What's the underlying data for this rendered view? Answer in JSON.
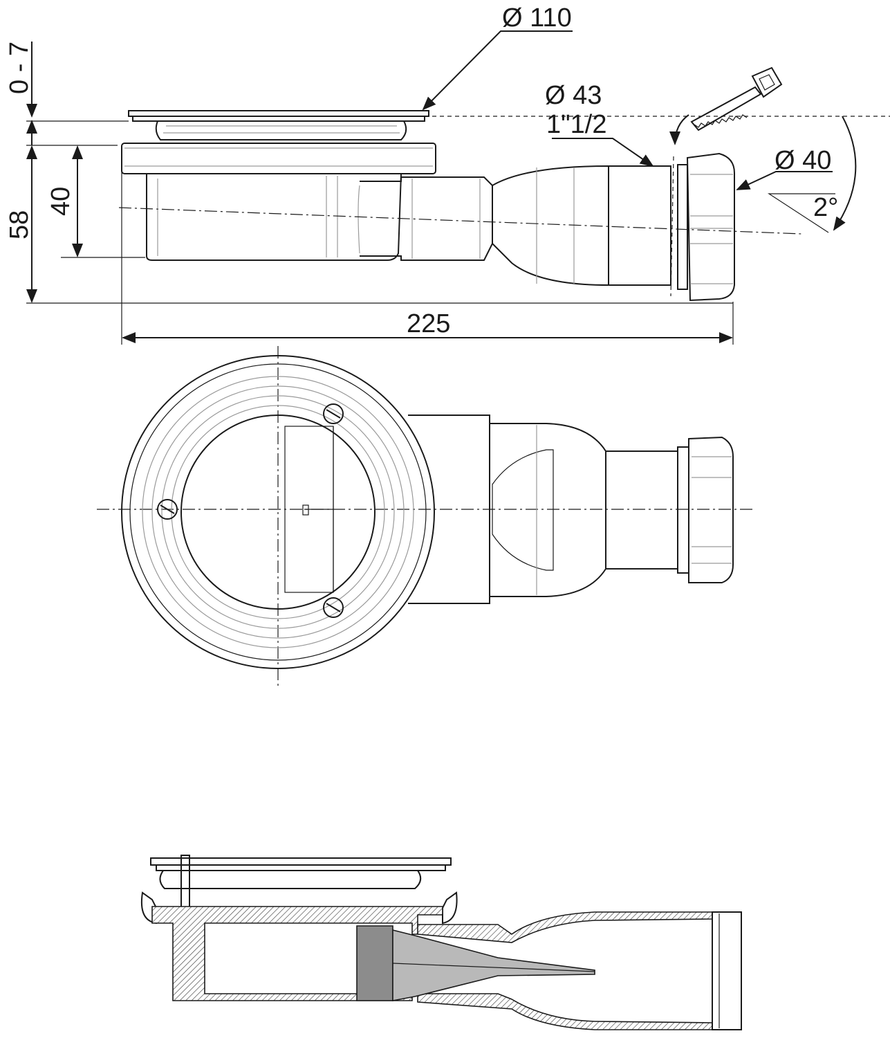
{
  "drawing": {
    "labels": {
      "grate_diameter": "Ø 110",
      "outlet_diameter": "Ø 43",
      "outlet_thread": "1\"1/2",
      "pipe_diameter": "Ø 40",
      "adjustment_range": "0 - 7",
      "total_height": "58",
      "body_height": "40",
      "total_length": "225",
      "slope_angle": "2°"
    }
  }
}
